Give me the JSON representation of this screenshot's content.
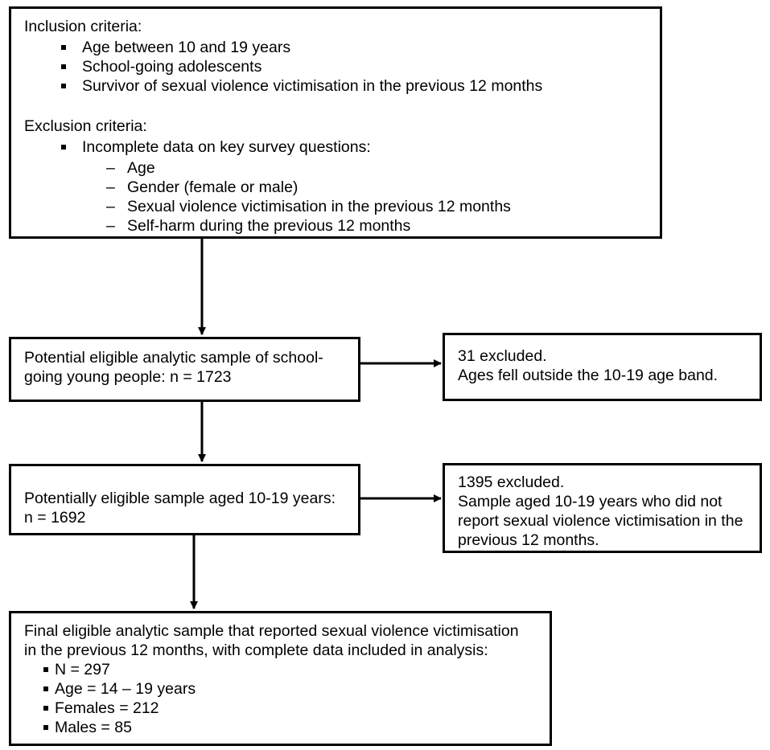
{
  "criteria_box": {
    "inclusion_heading": "Inclusion criteria:",
    "inclusion_items": [
      "Age between 10 and 19 years",
      "School-going adolescents",
      "Survivor of sexual violence victimisation in the previous 12 months"
    ],
    "exclusion_heading": "Exclusion criteria:",
    "exclusion_item": "Incomplete data on key survey questions:",
    "exclusion_subitems": [
      "Age",
      "Gender (female or male)",
      "Sexual violence victimisation in the previous 12 months",
      "Self-harm during the previous 12 months"
    ]
  },
  "step1": {
    "lines": [
      "Potential eligible analytic sample of school-",
      "going young people:  n = 1723"
    ]
  },
  "excluded1": {
    "lines": [
      "31 excluded.",
      "Ages fell outside the 10-19 age band."
    ]
  },
  "step2": {
    "lines": [
      "Potentially eligible sample aged 10-19 years:",
      "n = 1692"
    ]
  },
  "excluded2": {
    "lines": [
      "1395 excluded.",
      "Sample aged 10-19 years who did not",
      "report sexual violence victimisation in the",
      "previous 12 months."
    ]
  },
  "final": {
    "lines": [
      "Final eligible analytic sample that reported sexual violence victimisation",
      "in the previous 12 months, with complete data included in analysis:"
    ],
    "items": [
      "N = 297",
      "Age = 14 – 19 years",
      "Females = 212",
      "Males = 85"
    ]
  }
}
